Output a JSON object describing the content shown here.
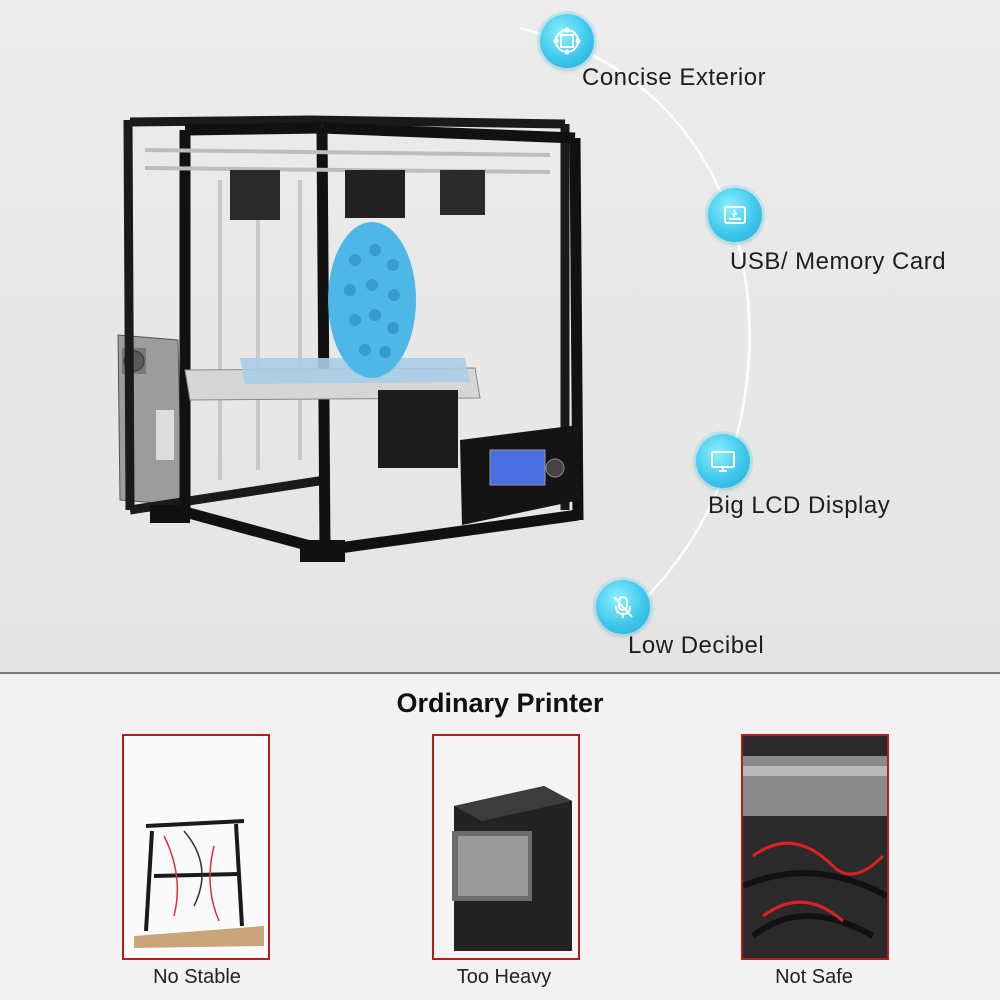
{
  "features": [
    {
      "label": "Concise Exterior",
      "icon": "grid-panel-icon"
    },
    {
      "label": "USB/ Memory Card",
      "icon": "memory-card-icon"
    },
    {
      "label": "Big LCD Display",
      "icon": "monitor-icon"
    },
    {
      "label": "Low Decibel",
      "icon": "muted-sound-icon"
    }
  ],
  "comparison": {
    "title": "Ordinary Printer",
    "items": [
      {
        "caption": "No Stable"
      },
      {
        "caption": "Too Heavy"
      },
      {
        "caption": "Not Safe"
      }
    ]
  },
  "colors": {
    "accent": "#3fc8ec",
    "card_border": "#b01e1e",
    "print_object": "#4db8e8"
  }
}
